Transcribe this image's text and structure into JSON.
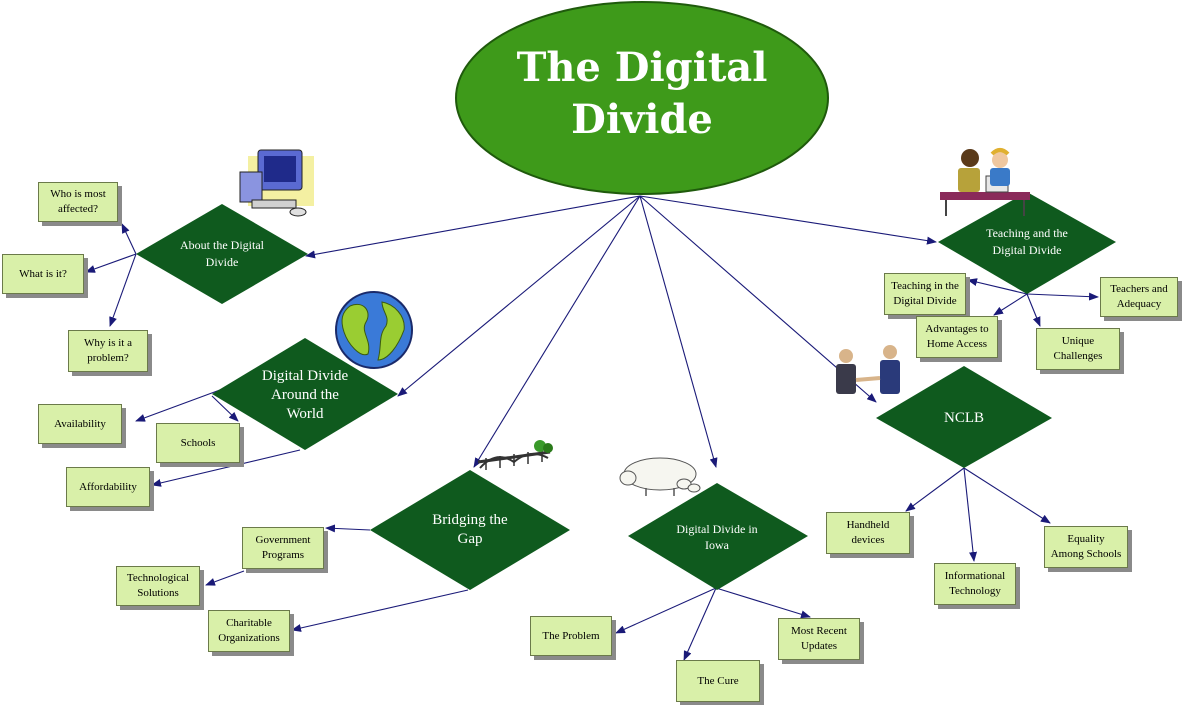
{
  "title": "The Digital\nDivide",
  "topics": {
    "about": "About the Digital\nDivide",
    "world": "Digital Divide\nAround the\nWorld",
    "bridging": "Bridging the\nGap",
    "iowa": "Digital Divide in\nIowa",
    "nclb": "NCLB",
    "teaching": "Teaching and the\nDigital Divide"
  },
  "subtopics": {
    "who": "Who is most\naffected?",
    "what": "What is it?",
    "why": "Why is it a\nproblem?",
    "availability": "Availability",
    "schools": "Schools",
    "affordability": "Affordability",
    "gov": "Government\nPrograms",
    "tech": "Technological\nSolutions",
    "charity": "Charitable\nOrganizations",
    "problem": "The Problem",
    "cure": "The Cure",
    "updates": "Most Recent\nUpdates",
    "handheld": "Handheld\ndevices",
    "infotech": "Informational\nTechnology",
    "equality": "Equality\nAmong Schools",
    "teach_dd": "Teaching in the\nDigital Divide",
    "adv_home": "Advantages to\nHome Access",
    "unique": "Unique\nChallenges",
    "adequacy": "Teachers and\nAdequacy"
  },
  "colors": {
    "title_fill": "#3e9a1a",
    "diamond_fill": "#0f5a1e",
    "box_fill": "#d9f0a9",
    "connector": "#1a1a78"
  }
}
